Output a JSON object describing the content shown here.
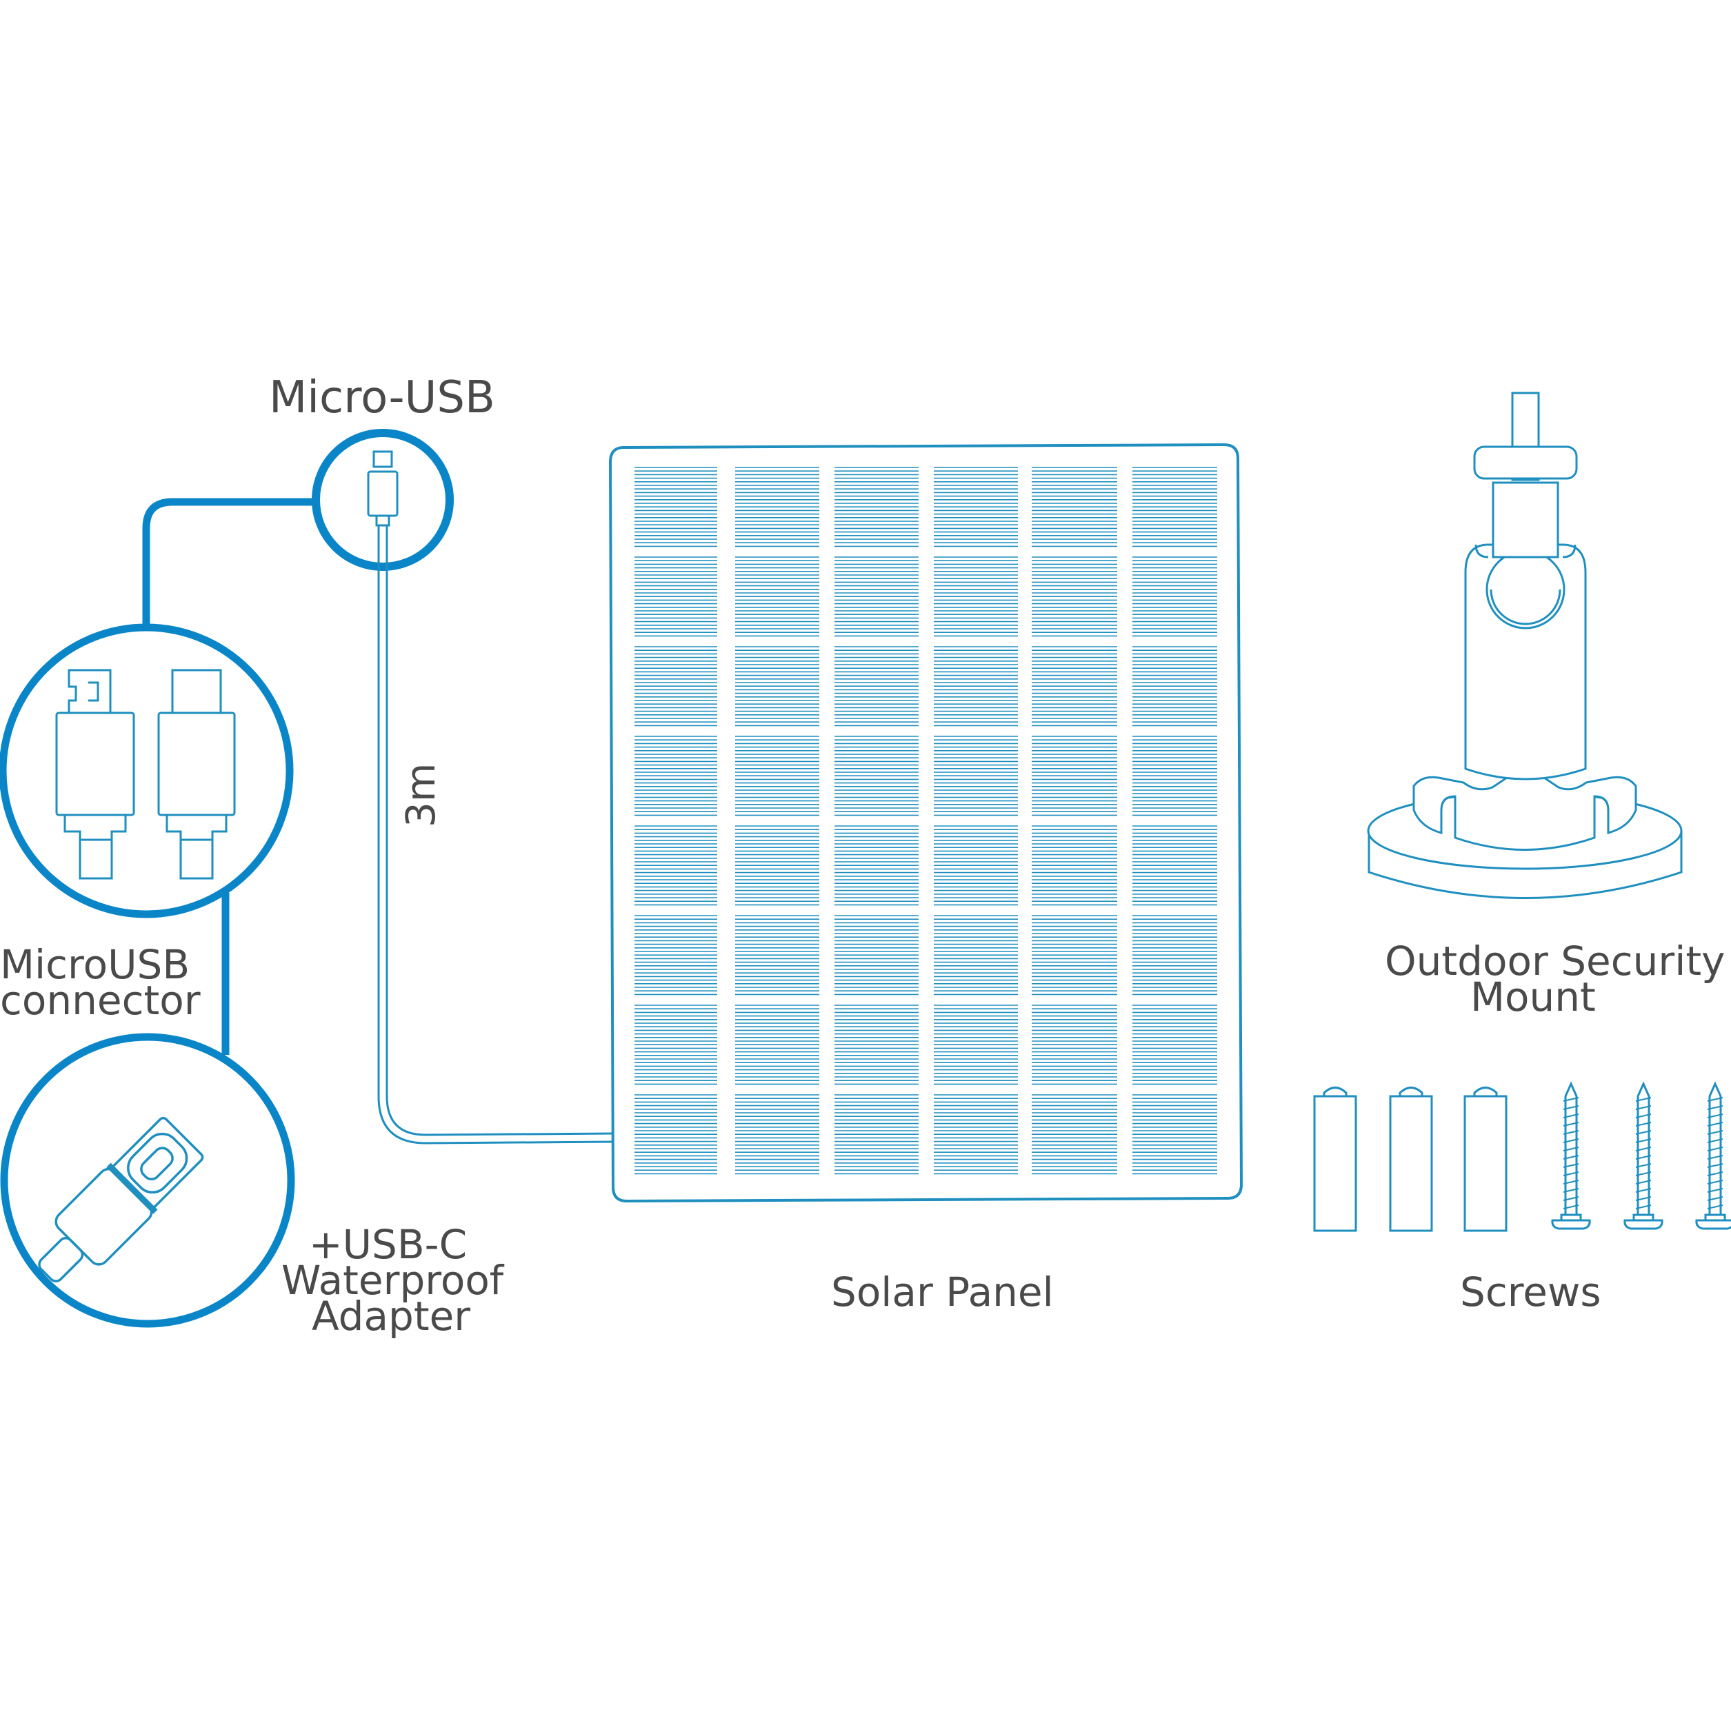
{
  "labels": {
    "micro_usb": "Micro-USB",
    "microusb_connector": [
      "MicroUSB",
      "connector"
    ],
    "usbc_adapter": [
      "+USB-C",
      "Waterproof",
      "Adapter"
    ],
    "cable_length": "3m",
    "solar_panel": "Solar Panel",
    "outdoor_mount": [
      "Outdoor Security",
      "Mount"
    ],
    "screws": "Screws"
  },
  "colors": {
    "accent": "#0a86c8",
    "line_art": "#1f8fbf",
    "text": "#4a4a4a",
    "background": "#ffffff"
  },
  "icons": [
    "micro-usb-plug-icon",
    "micro-usb-connector-icon",
    "usb-c-connector-icon",
    "usb-c-waterproof-adapter-icon",
    "solar-panel-icon",
    "security-mount-icon",
    "wall-plug-icon",
    "screw-icon"
  ]
}
